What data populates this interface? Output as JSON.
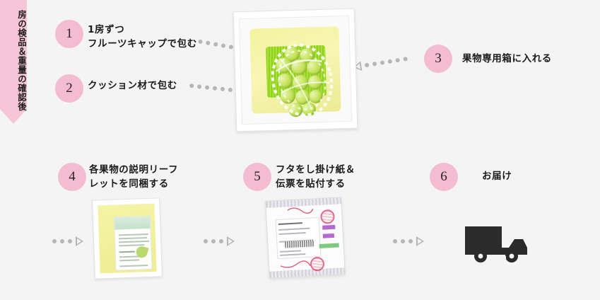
{
  "page": {
    "background_color": "#f4f4f4",
    "accent_pink": "#f3bcd1",
    "arrow_gray": "#b6b6b6",
    "text_color": "#1b1b1b"
  },
  "ribbon": {
    "label": "房の検品＆重量の確認後",
    "color": "#f6c6d8"
  },
  "steps": [
    {
      "number": "1",
      "label": "1房ずつ\nフルーツキャップで包む"
    },
    {
      "number": "2",
      "label": "クッション材で包む"
    },
    {
      "number": "3",
      "label": "果物専用箱に入れる"
    },
    {
      "number": "4",
      "label": "各果物の説明リーフ\nレットを同梱する"
    },
    {
      "number": "5",
      "label": "フタをし掛け紙＆\n伝票を貼付する"
    },
    {
      "number": "6",
      "label": "お届け"
    }
  ],
  "arrows": [
    {
      "name": "arrow-step1-to-box",
      "direction": "right"
    },
    {
      "name": "arrow-step2-to-box",
      "direction": "right"
    },
    {
      "name": "arrow-step3-to-box",
      "direction": "left"
    },
    {
      "name": "arrow-step4-in",
      "direction": "right"
    },
    {
      "name": "arrow-step4-to-step5",
      "direction": "right"
    },
    {
      "name": "arrow-step5-to-step6",
      "direction": "right"
    }
  ],
  "photos": {
    "giftbox": {
      "alt": "白い化粧箱に黄色いクッション材と緑の紙パッキン、ネットキャップに包まれたシャインマスカット"
    },
    "leaflet": {
      "alt": "黄色いクッション材の上に果物説明リーフレットを同梱した箱"
    },
    "sealedbox": {
      "alt": "フタをして掛け紙と伝票を貼付した箱"
    },
    "truck": {
      "alt": "配送トラックのアイコン"
    }
  }
}
